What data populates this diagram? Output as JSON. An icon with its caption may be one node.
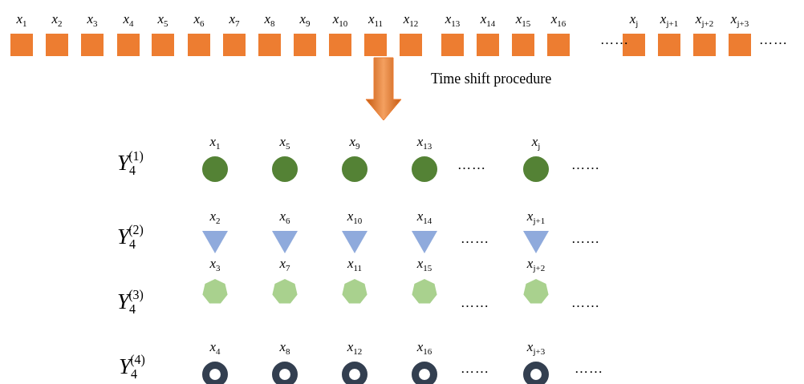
{
  "diagram": {
    "nodes": [
      {
        "text": [
          "*x*$_{1}$"
        ]
      },
      {
        "text": [
          "*x*$_{2}$"
        ]
      },
      {
        "text": [
          "*x*$_{3}$"
        ]
      },
      {
        "text": [
          "*x*$_{4}$"
        ]
      },
      {
        "text": [
          "*x*$_{5}$"
        ]
      },
      {
        "text": [
          "*x*$_{6}$"
        ]
      },
      {
        "text": [
          "*x*$_{7}$"
        ]
      },
      {
        "text": [
          "*x*$_{8}$"
        ]
      },
      {
        "text": [
          "*x*$_{9}$"
        ]
      },
      {
        "text": [
          "*x*$_{10}$"
        ]
      },
      {
        "text": [
          "*x*$_{11}$"
        ]
      },
      {
        "text": [
          "*x*$_{12}$"
        ]
      },
      {
        "text": [
          "*x*$_{13}$"
        ]
      },
      {
        "text": [
          "*x*$_{14}$"
        ]
      },
      {
        "text": [
          "*x*$_{15}$"
        ]
      },
      {
        "text": [
          "*x*$_{16}$"
        ]
      },
      {
        "text": [
          "*x*$_{j}$"
        ]
      },
      {
        "text": [
          "*x*$_{j+1}$"
        ]
      },
      {
        "text": [
          "*x*$_{j+2}$"
        ]
      },
      {
        "text": [
          "*x*$_{j+3}$"
        ]
      },
      {
        "text": [
          "*x*$_{1}$"
        ]
      },
      {
        "text": [
          "*x*$_{5}$"
        ]
      },
      {
        "text": [
          "*x*$_{9}$"
        ]
      },
      {
        "text": [
          "*x*$_{13}$"
        ]
      },
      {
        "text": [
          "*x*$_{j}$"
        ]
      },
      {
        "text": [
          "*x*$_{2}$"
        ]
      },
      {
        "text": [
          "*x*$_{6}$"
        ]
      },
      {
        "text": [
          "*x*$_{10}$"
        ]
      },
      {
        "text": [
          "*x*$_{14}$"
        ]
      },
      {
        "text": [
          "*x*$_{j+1}$"
        ]
      },
      {
        "text": [
          "*x*$_{3}$"
        ]
      },
      {
        "text": [
          "*x*$_{7}$"
        ]
      },
      {
        "text": [
          "*x*$_{11}$"
        ]
      },
      {
        "text": [
          "*x*$_{15}$"
        ]
      },
      {
        "text": [
          "*x*$_{j+2}$"
        ]
      },
      {
        "text": [
          "*x*$_{4}$"
        ]
      },
      {
        "text": [
          "*x*$_{8}$"
        ]
      },
      {
        "text": [
          "*x*$_{12}$"
        ]
      },
      {
        "text": [
          "*x*$_{16}$"
        ]
      },
      {
        "text": [
          "*x*$_{j+3}$"
        ]
      }
    ],
    "labels": [
      "……",
      "……",
      "Time shift  procedure",
      "*Y*$_{4}$$^{(1)}$",
      "……",
      "……",
      "*Y*$_{4}$$^{(2)}$",
      "……",
      "……",
      "*Y*$_{4}$$^{(3)}$",
      "……",
      "……",
      "*Y*$_{4}$$^{(4)}$",
      "……",
      "……"
    ]
  }
}
